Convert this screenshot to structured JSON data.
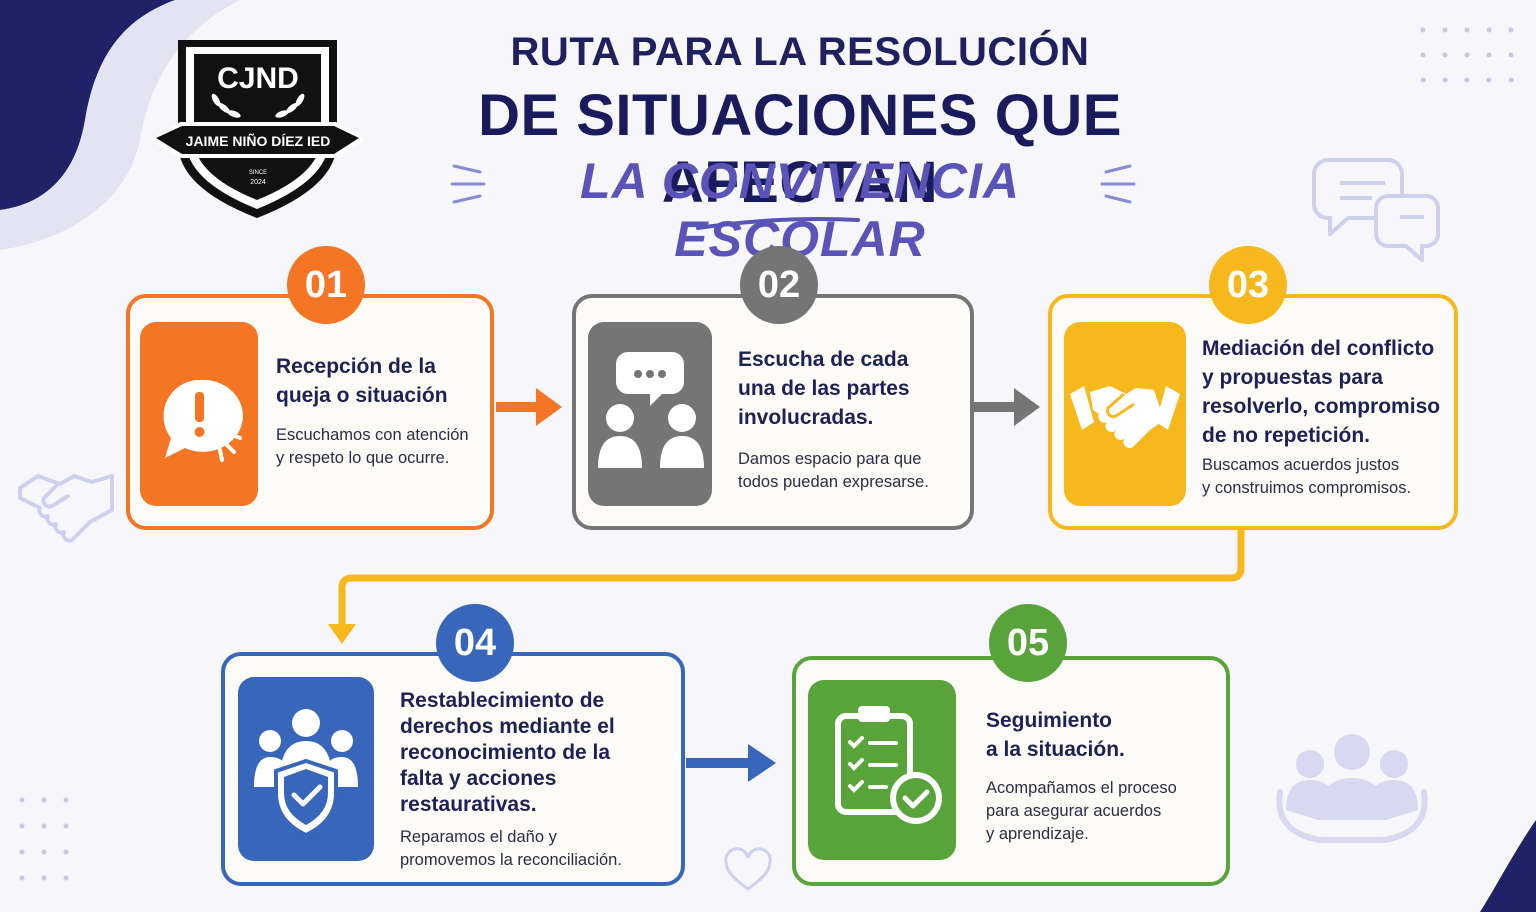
{
  "logo": {
    "acronym": "CJND",
    "school": "JAIME NIÑO DÍEZ IED",
    "since_label": "SINCE",
    "since_year": "2024"
  },
  "title": {
    "line1": "RUTA PARA LA RESOLUCIÓN",
    "line2": "DE SITUACIONES QUE AFECTAN",
    "line3": "LA CONVIVENCIA ESCOLAR"
  },
  "steps": [
    {
      "number": "01",
      "heading": [
        "Recepción de la",
        "queja o situación"
      ],
      "description": [
        "Escuchamos con atención",
        "y respeto lo que ocurre."
      ],
      "color": "#f47523",
      "icon": "alert-speech-icon"
    },
    {
      "number": "02",
      "heading": [
        "Escucha de cada",
        "una de las partes",
        "involucradas."
      ],
      "description": [
        "Damos espacio para que",
        "todos puedan expresarse."
      ],
      "color": "#757575",
      "icon": "people-talking-icon"
    },
    {
      "number": "03",
      "heading": [
        "Mediación del conflicto",
        "y propuestas para",
        "resolverlo, compromiso",
        "de no repetición."
      ],
      "description": [
        "Buscamos acuerdos justos",
        "y construimos compromisos."
      ],
      "color": "#f6b81c",
      "icon": "handshake-icon"
    },
    {
      "number": "04",
      "heading": [
        "Restablecimiento de",
        "derechos mediante el",
        "reconocimiento de la",
        "falta y acciones",
        "restaurativas."
      ],
      "description": [
        "Reparamos el daño y",
        "promovemos la reconciliación."
      ],
      "color": "#3766bb",
      "icon": "group-shield-icon"
    },
    {
      "number": "05",
      "heading": [
        "Seguimiento",
        "a la situación."
      ],
      "description": [
        "Acompañamos el proceso",
        "para asegurar acuerdos",
        "y aprendizaje."
      ],
      "color": "#58a33a",
      "icon": "clipboard-check-icon"
    }
  ]
}
